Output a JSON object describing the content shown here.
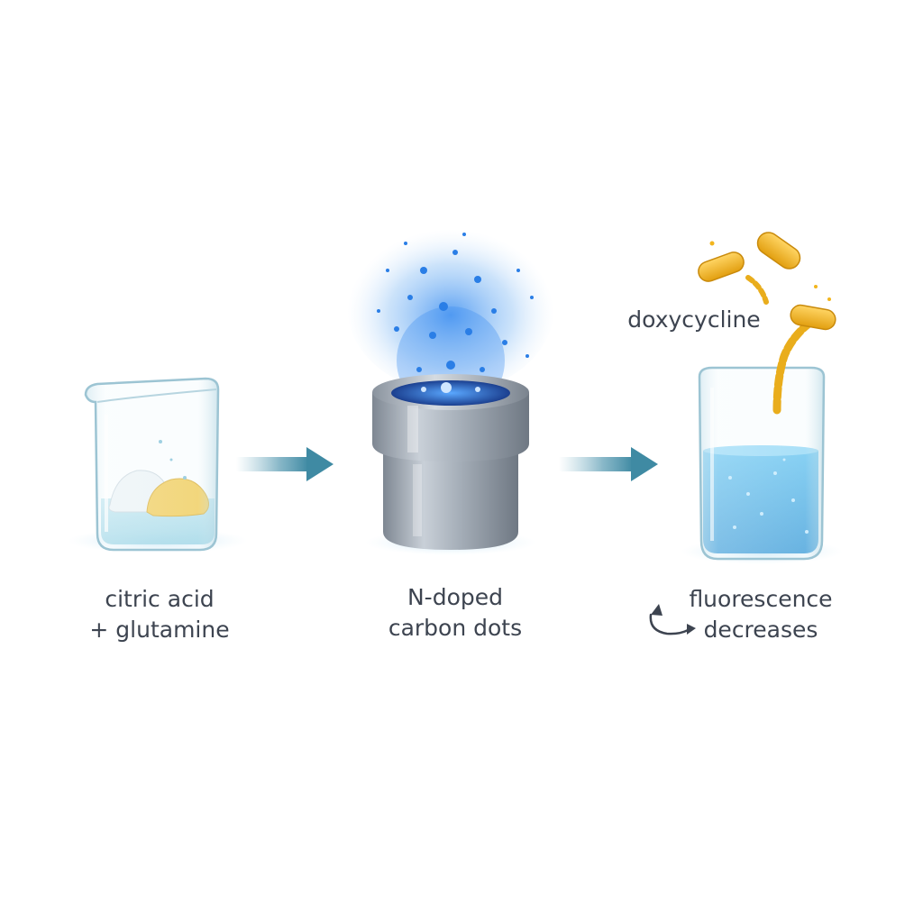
{
  "steps": [
    {
      "id": "reactants",
      "line1": "citric acid",
      "line2": "+ glutamine"
    },
    {
      "id": "carbon-dots",
      "line1": "N-doped",
      "line2": "carbon dots"
    },
    {
      "id": "detection",
      "line1": "fluorescence",
      "line2": "decreases"
    }
  ],
  "analyte_label": "doxycycline",
  "colors": {
    "text": "#3d4450",
    "liquid_blue": "#4fb3e8",
    "glow_blue": "#2f7fe0",
    "capsule_yellow": "#f2b51d",
    "arrow_teal": "#4a8fa6",
    "metal_gray": "#9aa3ae"
  }
}
